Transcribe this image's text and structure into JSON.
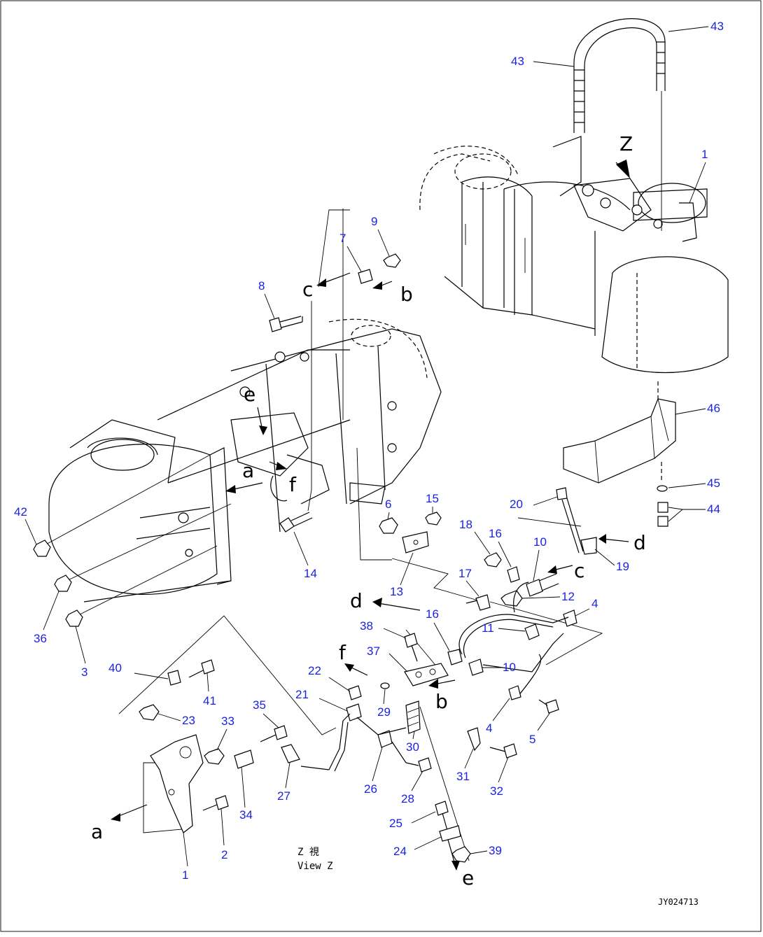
{
  "figure": {
    "drawing_code": "JY024713",
    "view_label_jp": "Z 視",
    "view_label_en": "View Z",
    "view_letter": "Z"
  },
  "colors": {
    "callout": "#1a22e0",
    "line": "#000000",
    "background": "#ffffff"
  },
  "letters": [
    "a",
    "b",
    "c",
    "d",
    "e",
    "f"
  ],
  "part_numbers": [
    "1",
    "2",
    "3",
    "4",
    "5",
    "6",
    "7",
    "8",
    "9",
    "10",
    "11",
    "12",
    "13",
    "14",
    "15",
    "16",
    "17",
    "18",
    "19",
    "20",
    "21",
    "22",
    "23",
    "24",
    "25",
    "26",
    "27",
    "28",
    "29",
    "30",
    "31",
    "32",
    "33",
    "34",
    "35",
    "36",
    "37",
    "38",
    "39",
    "40",
    "41",
    "42",
    "43",
    "44",
    "45",
    "46"
  ]
}
